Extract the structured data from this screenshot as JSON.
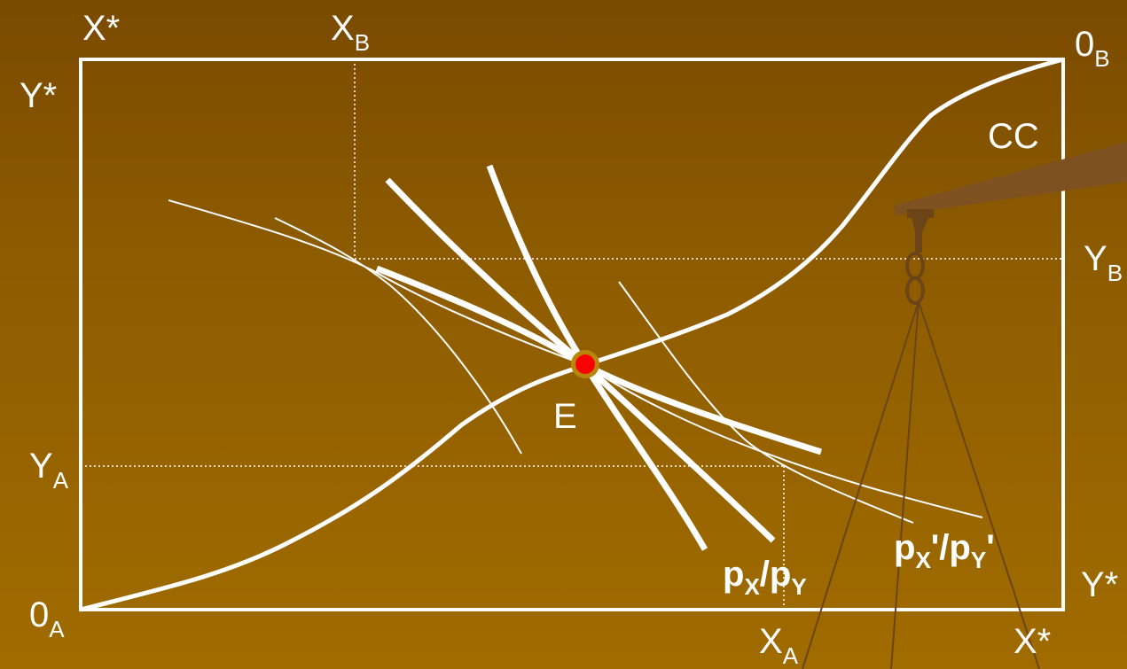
{
  "labels": {
    "x_star_top": "X*",
    "x_b_main": "X",
    "x_b_sub": "B",
    "origin_b_main": "0",
    "origin_b_sub": "B",
    "y_star_left": "Y*",
    "contract_curve": "CC",
    "y_b_main": "Y",
    "y_b_sub": "B",
    "equilibrium": "E",
    "y_a_main": "Y",
    "y_a_sub": "A",
    "origin_a_main": "0",
    "origin_a_sub": "A",
    "x_a_main": "X",
    "x_a_sub": "A",
    "x_star_bottom": "X*",
    "y_star_right": "Y*",
    "price_ratio": {
      "p1": "p",
      "s1": "X",
      "slash": "/",
      "p2": "p",
      "s2": "Y"
    },
    "price_ratio_new": {
      "p1": "p",
      "s1": "X",
      "q1": "'",
      "slash": "/",
      "p2": "p",
      "s2": "Y",
      "q2": "'"
    }
  },
  "colors": {
    "background_top": "#7a4a00",
    "background_bottom": "#a06c00",
    "lines": "#ffffff",
    "equilibrium_point": "#ff0000",
    "equilibrium_ring": "#b8860b",
    "scale_hook": "#7a4a1a"
  },
  "icons": {
    "scale": "balance-scale-icon"
  }
}
